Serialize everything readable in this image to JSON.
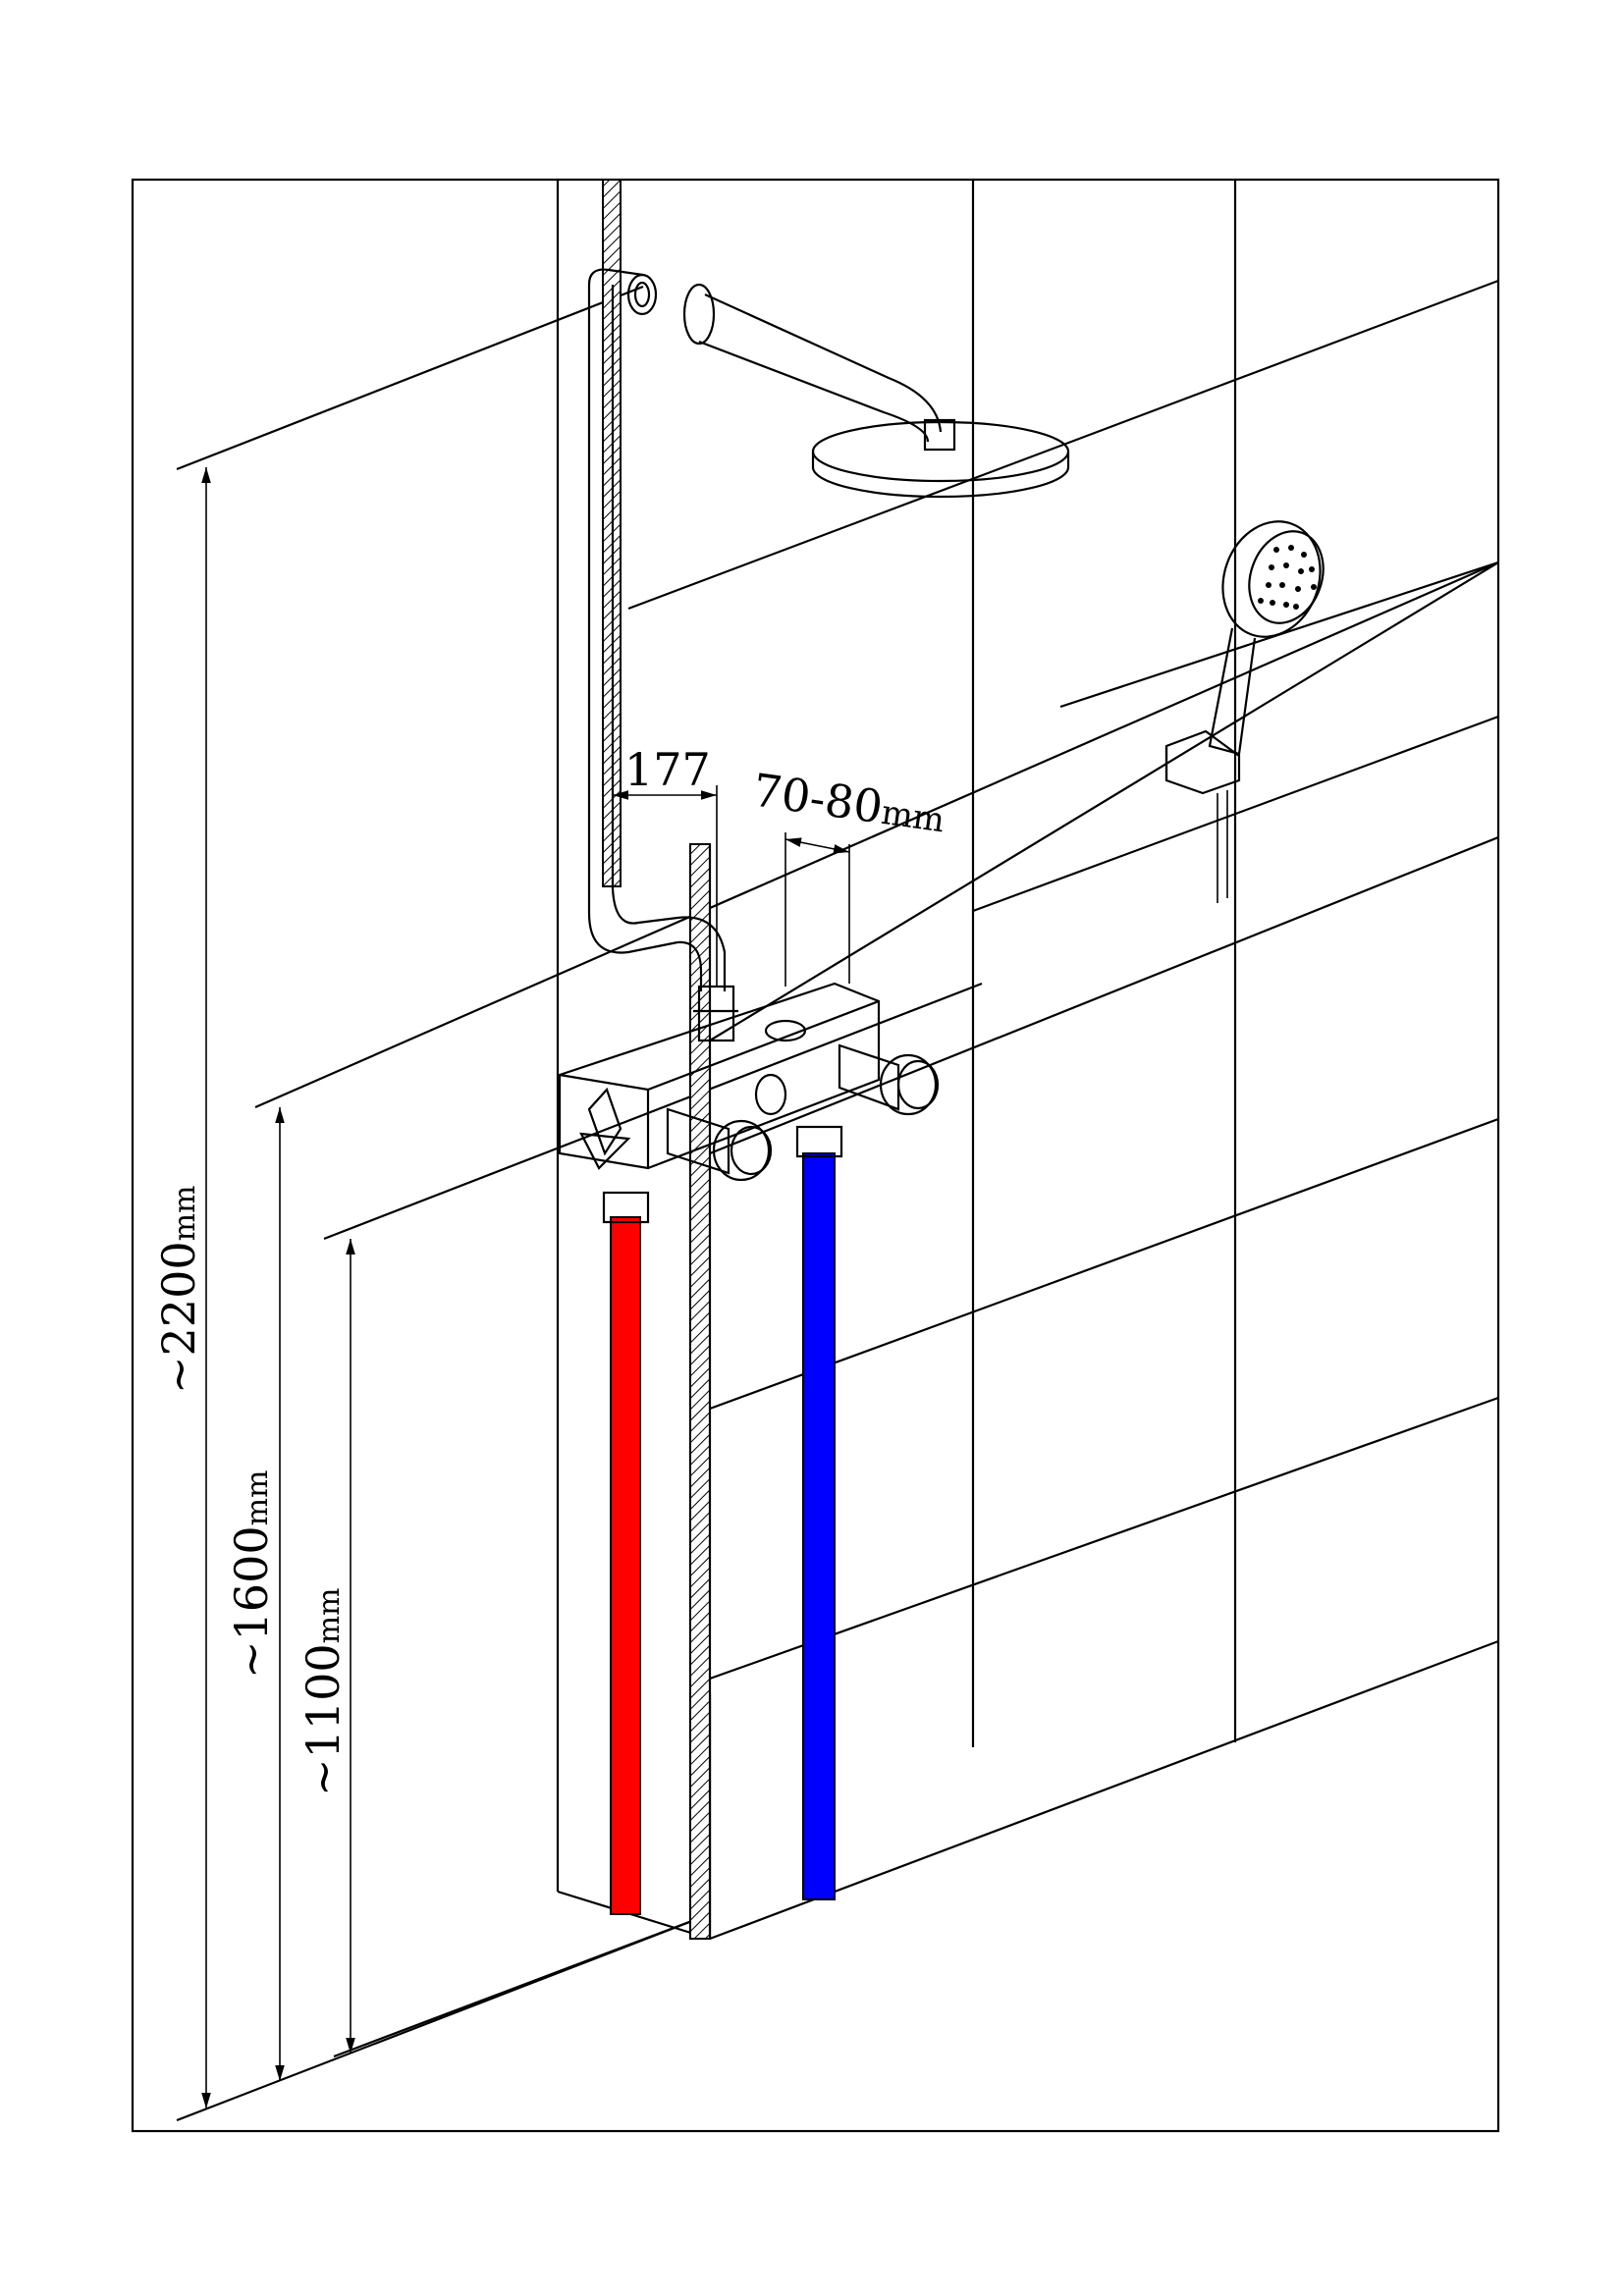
{
  "dimensions": {
    "total_height": {
      "value": "~2200",
      "unit": "mm"
    },
    "mixer_height": {
      "value": "~1600",
      "unit": "mm"
    },
    "lower_height": {
      "value": "~1100",
      "unit": "mm"
    },
    "rail_offset": {
      "value": "177"
    },
    "wall_distance": {
      "value": "70-80",
      "unit": "mm"
    }
  },
  "colors": {
    "hot_pipe": "#ff0000",
    "cold_pipe": "#0000ff",
    "line": "#000000"
  }
}
